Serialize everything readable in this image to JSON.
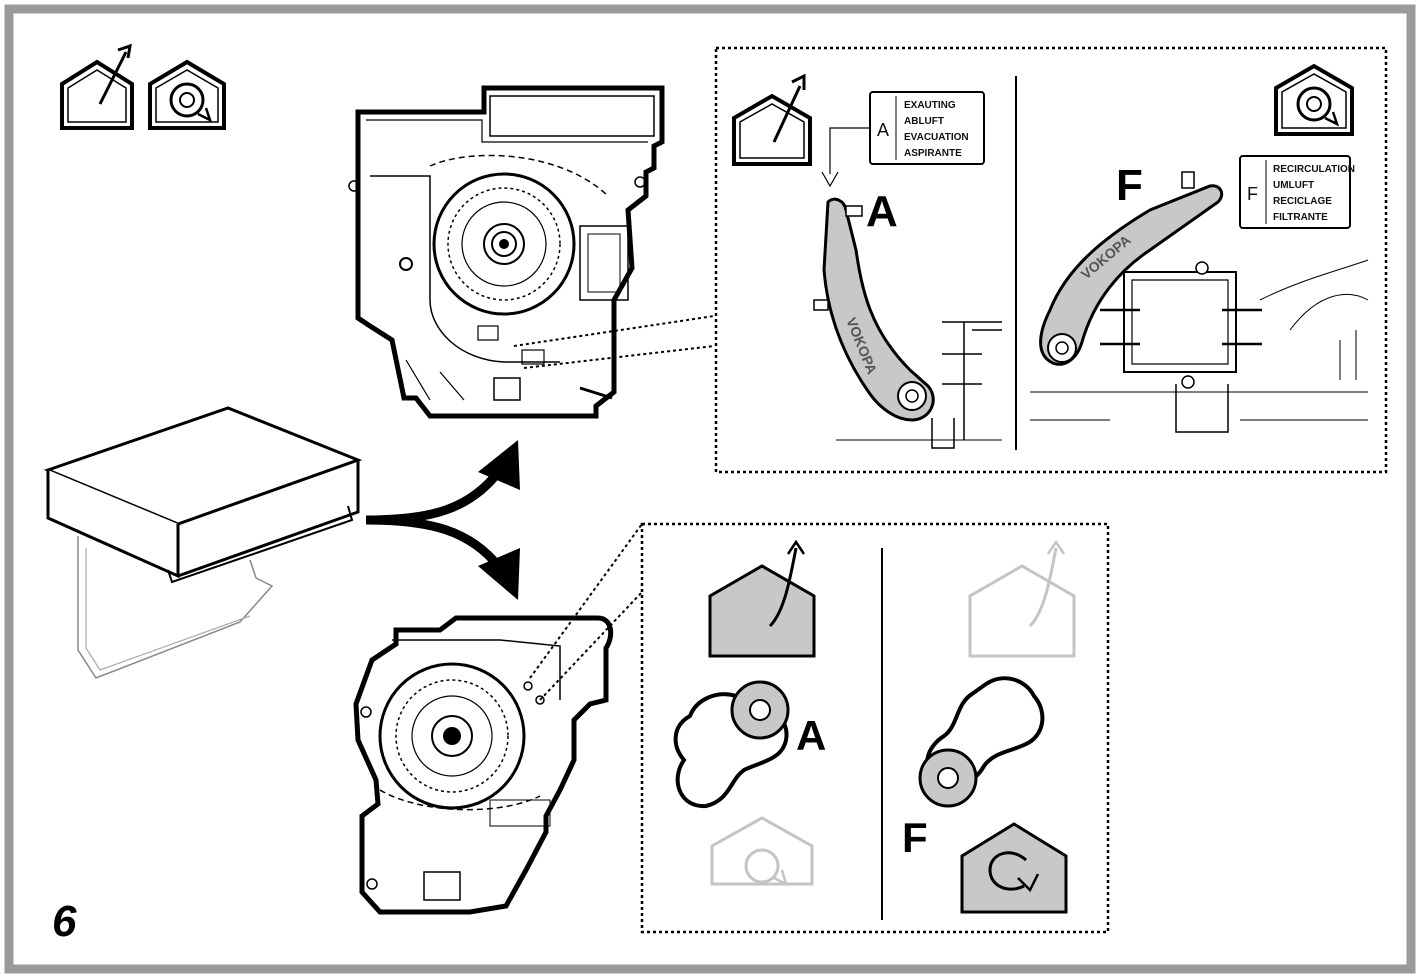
{
  "step_number": "6",
  "exhaust_label": {
    "letter": "A",
    "lines": [
      "EXAUTING",
      "ABLUFT",
      "EVACUATION",
      "ASPIRANTE"
    ]
  },
  "recirc_label": {
    "letter": "F",
    "lines": [
      "RECIRCULATION",
      "UMLUFT",
      "RECICLAGE",
      "FILTRANTE"
    ]
  },
  "lever_text": "VOKOPA",
  "callouts": {
    "exhaust_top": "A",
    "recirc_top": "F",
    "exhaust_bottom": "A",
    "recirc_bottom": "F"
  },
  "colors": {
    "frame": "#9a9a9a",
    "ink": "#000000",
    "fill_gray": "#c8c8c8",
    "faint": "#c4c4c4"
  }
}
